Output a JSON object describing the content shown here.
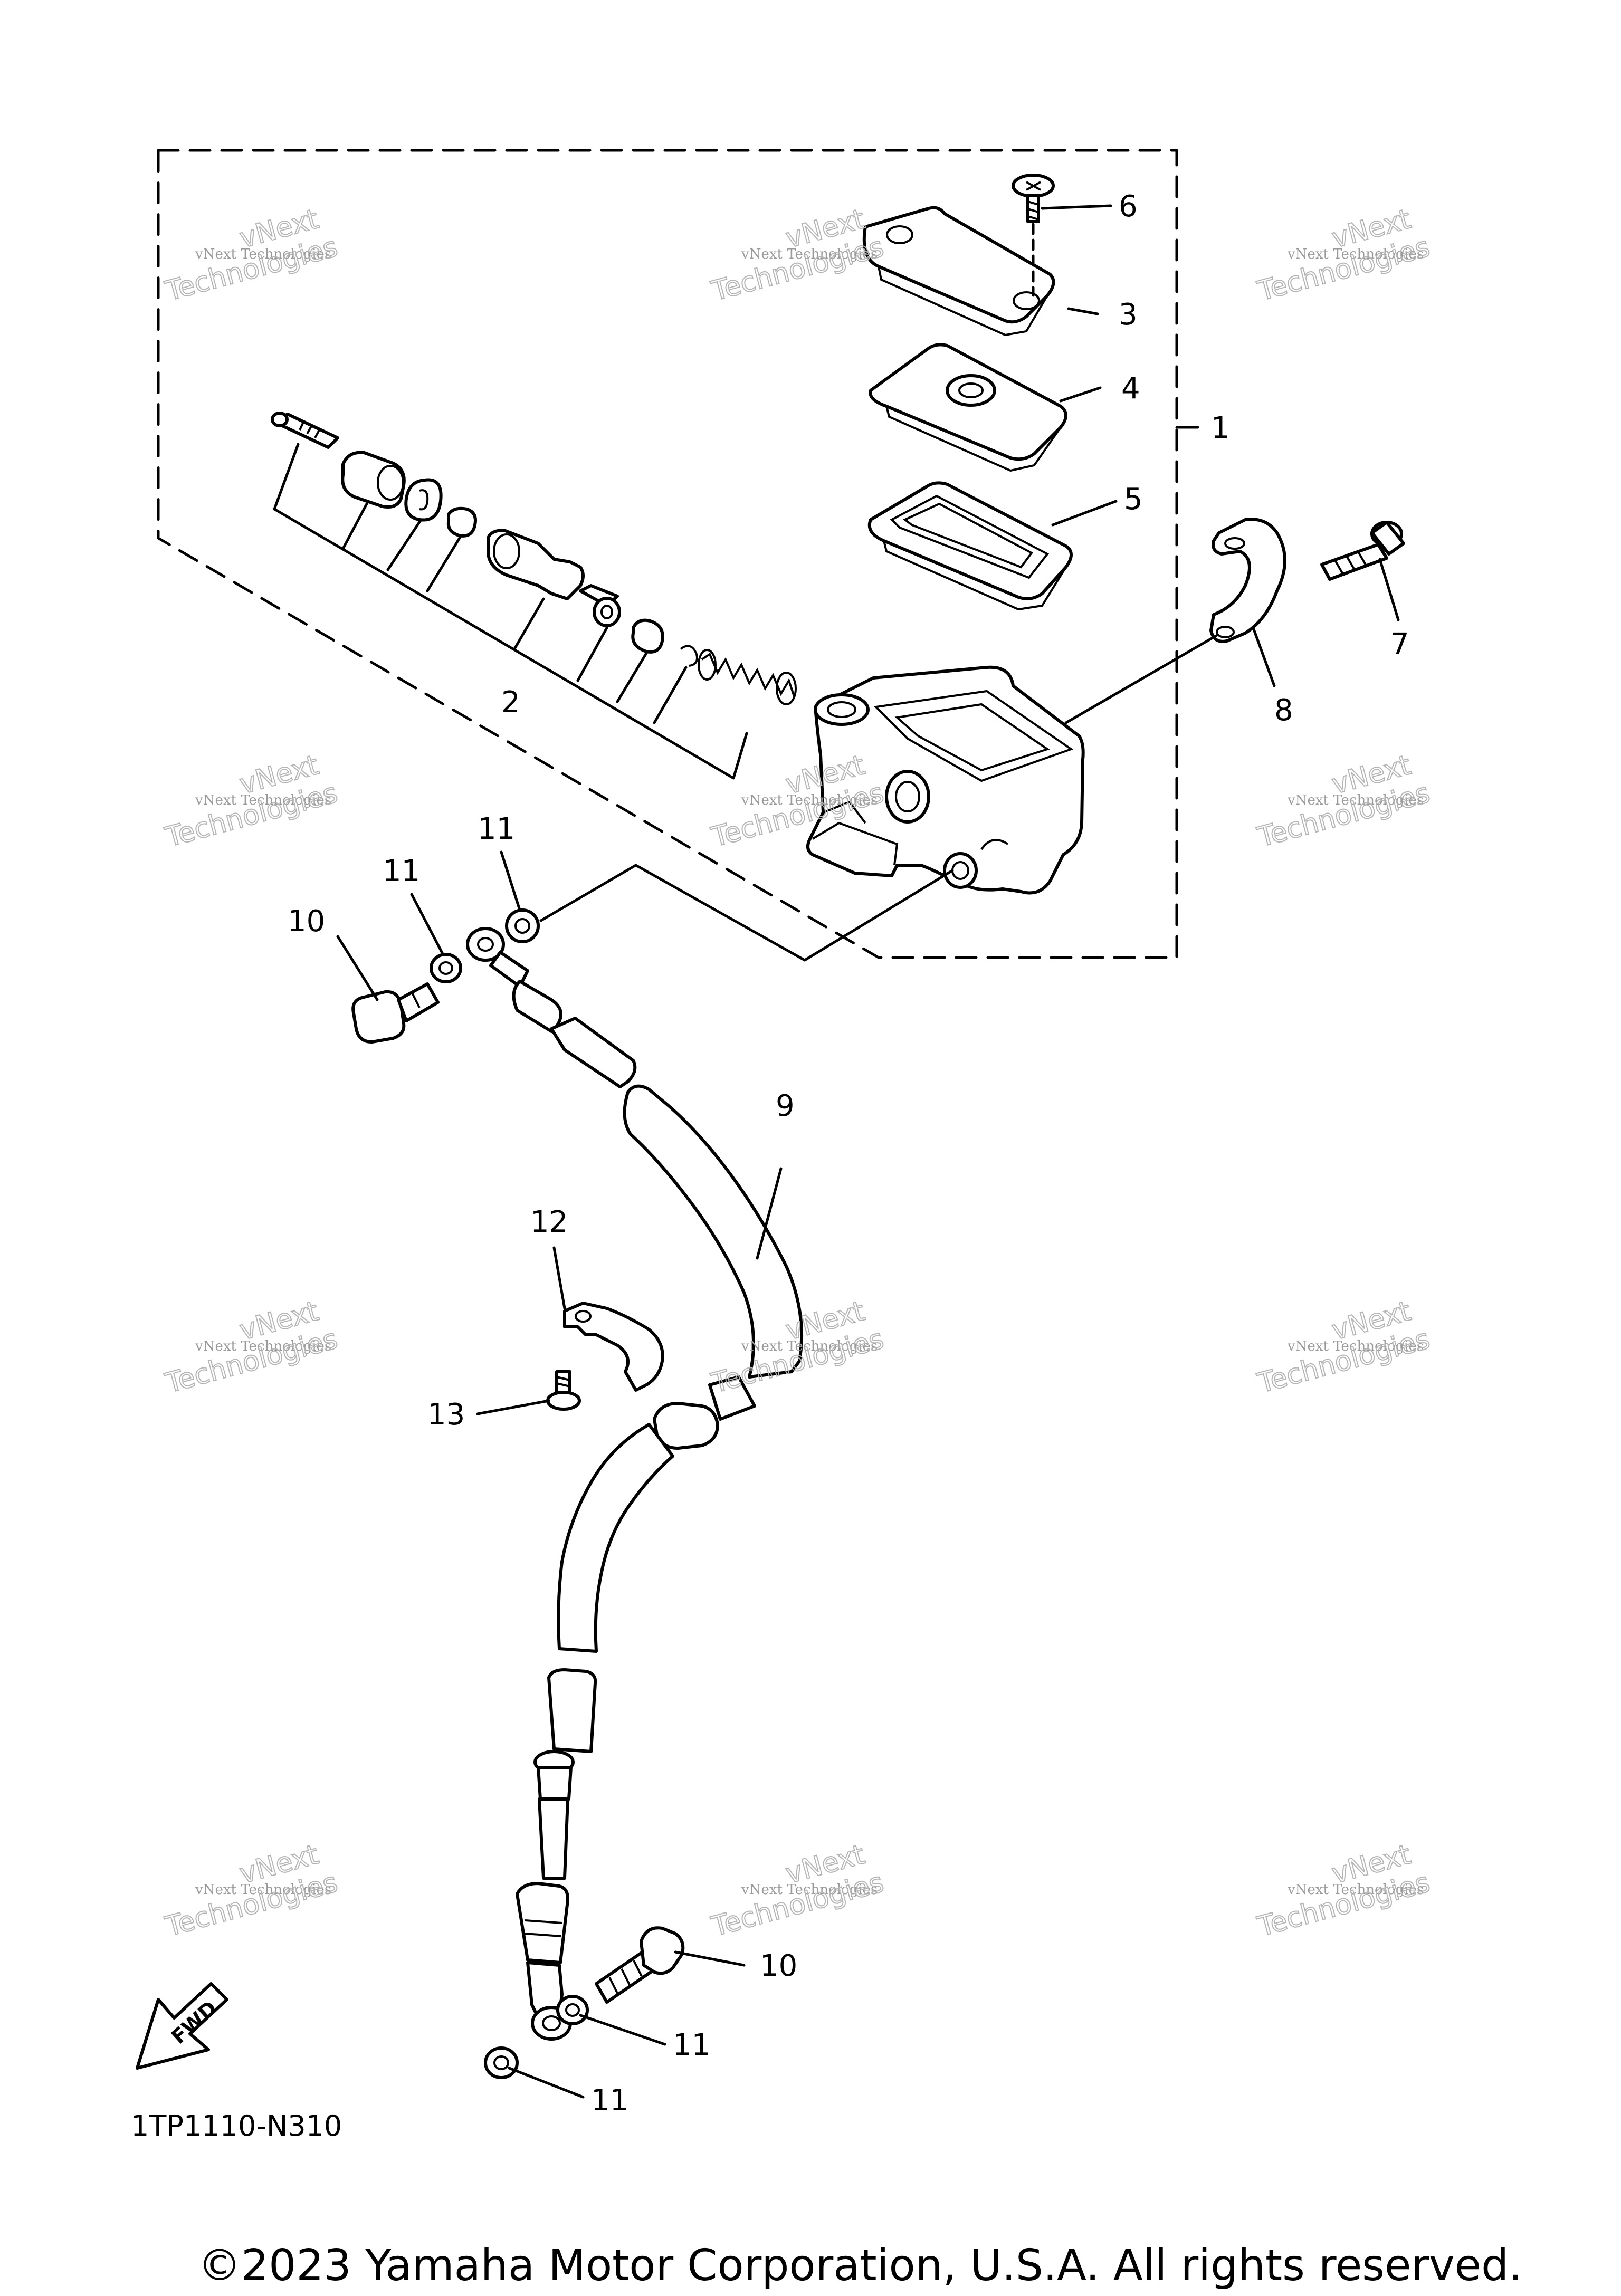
{
  "diagram": {
    "labels": {
      "l1": "1",
      "l2": "2",
      "l3": "3",
      "l4": "4",
      "l5": "5",
      "l6": "6",
      "l7": "7",
      "l8": "8",
      "l9": "9",
      "l10a": "10",
      "l10b": "10",
      "l11a": "11",
      "l11b": "11",
      "l11c": "11",
      "l11d": "11",
      "l12": "12",
      "l13": "13"
    },
    "part_code": "1TP1110-N310",
    "fwd_label": "FWD",
    "copyright": "©2023 Yamaha Motor Corporation, U.S.A. All rights reserved."
  },
  "watermark": {
    "line1": "vNext Technologies",
    "line2": "vNext",
    "line3": "Technologies"
  },
  "colors": {
    "ink": "#000000",
    "watermark": "#9a9a9a",
    "background": "#ffffff"
  }
}
